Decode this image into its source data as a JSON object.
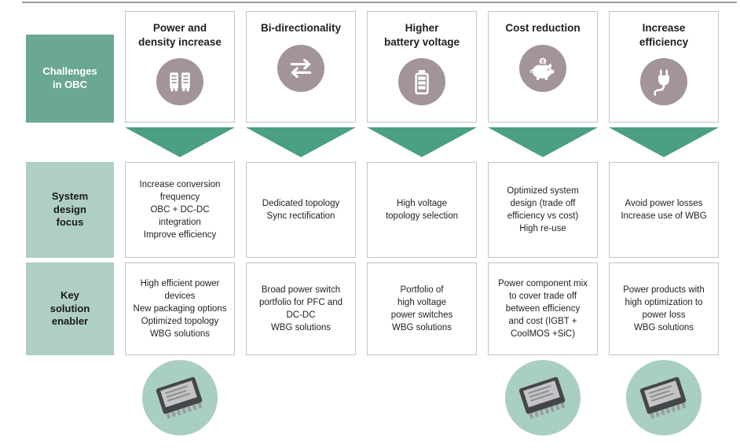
{
  "palette": {
    "challenge_label_bg": "#6ba795",
    "light_label_bg": "#aecfc2",
    "arrow_green": "#4aa080",
    "icon_circle_bg": "#a2949a",
    "chip_circle_bg": "#a9cfc0"
  },
  "row_labels": {
    "challenges": "Challenges\nin OBC",
    "system_focus": "System\ndesign\nfocus",
    "key_enabler": "Key\nsolution\nenabler"
  },
  "columns": [
    {
      "title": "Power and\ndensity increase",
      "icon": "server-rack-icon",
      "system_focus": "Increase conversion\nfrequency\nOBC + DC-DC\nintegration\nImprove efficiency",
      "key_enabler": "High efficient power\ndevices\nNew packaging options\nOptimized topology\nWBG solutions",
      "chip": true
    },
    {
      "title": "Bi-directionality",
      "icon": "bidirectional-arrows-icon",
      "system_focus": "Dedicated topology\nSync rectification",
      "key_enabler": "Broad power switch\nportfolio for PFC and\nDC-DC\nWBG solutions",
      "chip": false
    },
    {
      "title": "Higher\nbattery voltage",
      "icon": "battery-icon",
      "system_focus": "High voltage\ntopology selection",
      "key_enabler": "Portfolio of\nhigh voltage\npower switches\nWBG solutions",
      "chip": false
    },
    {
      "title": "Cost reduction",
      "icon": "piggy-bank-icon",
      "system_focus": "Optimized system\ndesign (trade off\nefficiency vs cost)\nHigh re-use",
      "key_enabler": "Power component mix\nto cover trade off\nbetween efficiency\nand cost (IGBT +\nCoolMOS +SiC)",
      "chip": true
    },
    {
      "title": "Increase\nefficiency",
      "icon": "plug-cable-icon",
      "system_focus": "Avoid power losses\nIncrease use of WBG",
      "key_enabler": "Power products with\nhigh optimization to\npower loss\nWBG solutions",
      "chip": true
    }
  ]
}
